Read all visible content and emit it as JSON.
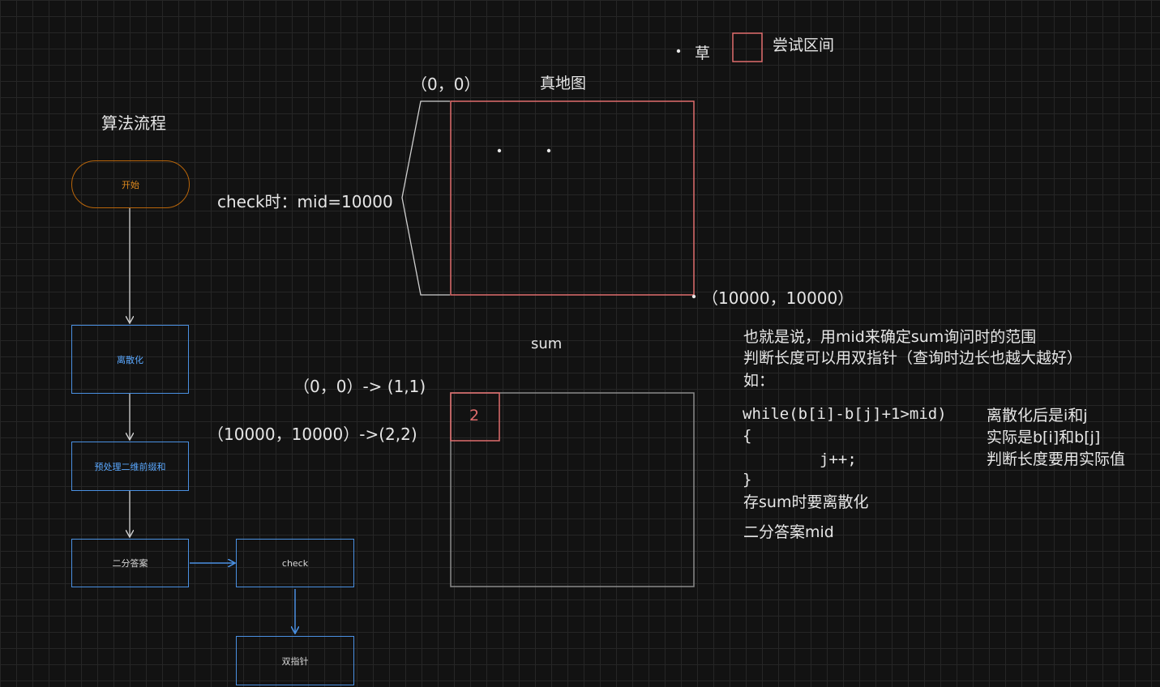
{
  "flow": {
    "title": "算法流程",
    "start": "开始",
    "discretize": "离散化",
    "prefix_sum": "预处理二维前缀和",
    "binary_search": "二分答案",
    "check": "check",
    "two_pointers": "双指针"
  },
  "legend": {
    "grass": "草",
    "try_range": "尝试区间"
  },
  "real_map": {
    "origin_label": "（0，0）",
    "title": "真地图",
    "check_label": "check时：mid=10000",
    "corner_label": "（10000，10000）"
  },
  "sum_map": {
    "title": "sum",
    "map1": "（0，0）-> (1,1)",
    "map2": "（10000，10000）->(2,2)",
    "cell_value": "2"
  },
  "notes": {
    "line1": "也就是说，用mid来确定sum询问时的范围",
    "line2": "判断长度可以用双指针（查询时边长也越大越好）",
    "line3": "如：",
    "code1": "while(b[i]-b[j]+1>mid)",
    "code2": "{",
    "code3": "j++;",
    "code4": "}",
    "line4": "存sum时要离散化",
    "line5": "二分答案mid"
  },
  "side_notes": {
    "line1": "离散化后是i和j",
    "line2": "实际是b[i]和b[j]",
    "line3": "判断长度要用实际值"
  },
  "colors": {
    "background": "#121212",
    "grid": "#262626",
    "flow_box": "#4a90e2",
    "start_node": "#b8650a",
    "red_box": "#e06c6c",
    "gray_box": "#8a8a8a"
  }
}
